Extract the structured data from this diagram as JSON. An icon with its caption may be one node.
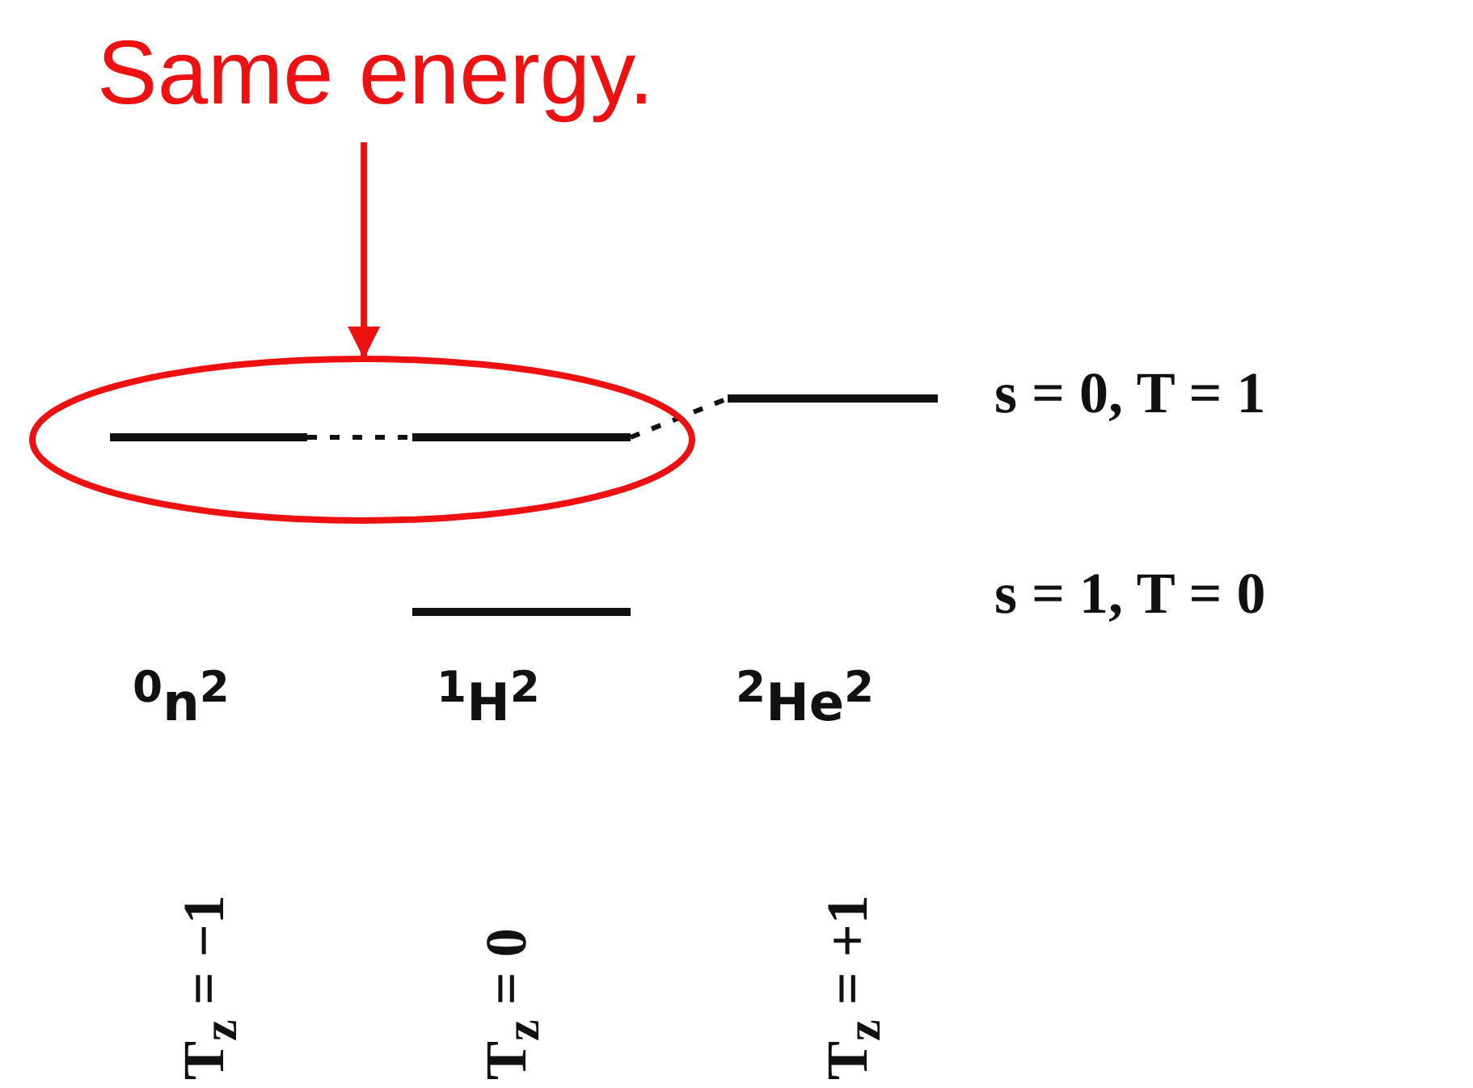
{
  "diagram": {
    "nodes": [
      {
        "text": [
          "Same energy."
        ]
      },
      {
        "text": [],
        "shape": "ellipse"
      },
      {
        "text": [],
        "shape": "bar",
        "in": 1
      },
      {
        "text": [],
        "shape": "bar",
        "in": 1
      },
      {
        "text": [],
        "shape": "bar",
        "beside": [
          "s = 0, T = 1"
        ]
      },
      {
        "text": [],
        "shape": "bar"
      }
    ],
    "edges": [
      {
        "from": 0,
        "to": 1,
        "arrow": "to",
        "color": "#ee1111"
      },
      {
        "from": 2,
        "to": 3,
        "arrow": "none",
        "style": "dashed"
      },
      {
        "from": 3,
        "to": 4,
        "arrow": "none",
        "style": "dashed"
      }
    ],
    "labels": [
      "s = 1, T = 0",
      "$^{0}$n$^{2}$",
      "$^{1}$H$^{2}$",
      "$^{2}$He$^{2}$",
      "T$_{z}$ = −1",
      "T$_{z}$ = 0",
      "T$_{z}$ = +1"
    ]
  }
}
